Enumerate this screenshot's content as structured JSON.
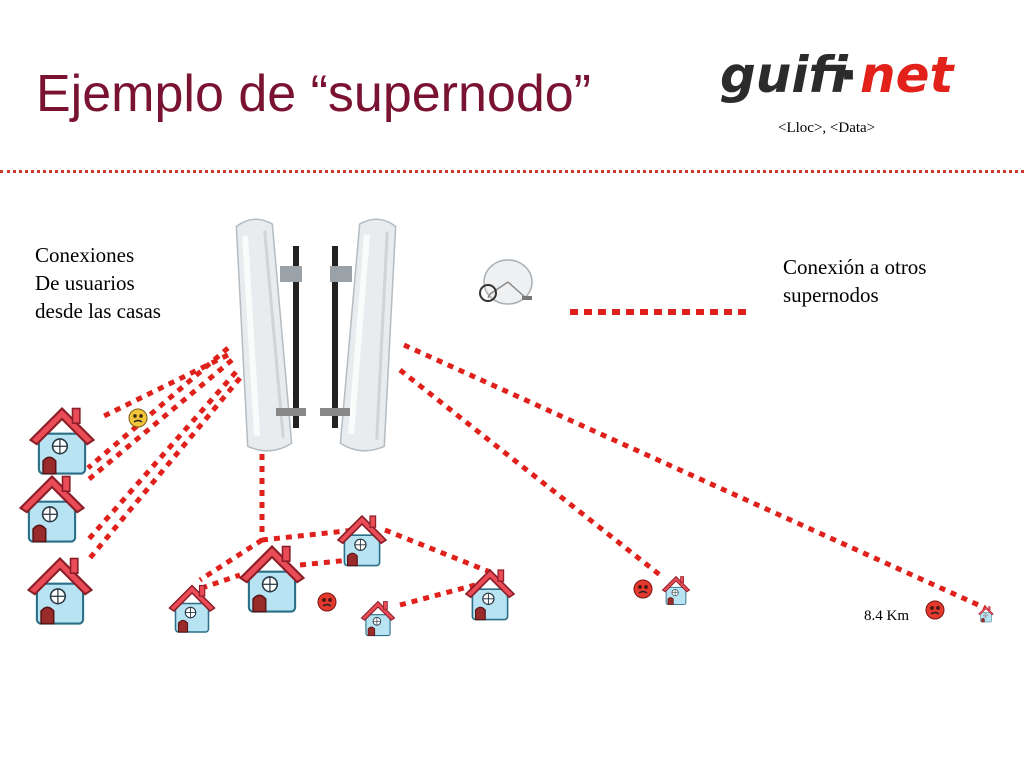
{
  "slide": {
    "title": "Ejemplo de “supernodo”",
    "subtitle": "<Lloc>, <Data>",
    "logo": {
      "text_left": "guifi",
      "dot": "·",
      "text_right": "net"
    }
  },
  "labels": {
    "users": [
      "Conexiones",
      "De usuarios",
      "desde las casas"
    ],
    "supernodes": [
      "Conexión a otros",
      "supernodos"
    ],
    "distance": "8.4 Km"
  },
  "colors": {
    "title": "#7a1232",
    "link": "#e0201a",
    "divider": "#cc3b2c",
    "logo_dark": "#2b2b2b",
    "logo_accent": "#e2221a"
  },
  "icons": {
    "house": "house-icon",
    "sector_antenna": "sector-antenna-icon",
    "dish": "satellite-dish-icon",
    "node_status": "smiley-icon"
  }
}
